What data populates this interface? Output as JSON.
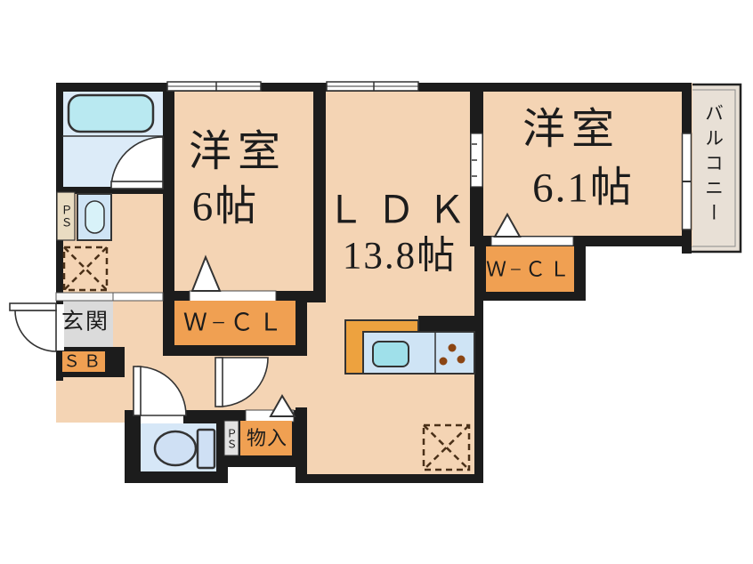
{
  "plan": {
    "title": "apartment-floor-plan",
    "rooms": {
      "bedroom_left": {
        "name": "洋室",
        "size": "6帖"
      },
      "ldk": {
        "name": "ＬＤＫ",
        "size": "13.8帖"
      },
      "bedroom_right": {
        "name": "洋室",
        "size": "6.1帖"
      },
      "balcony": {
        "name": "バルコニー"
      },
      "entrance": {
        "name": "玄関"
      },
      "closet_left": {
        "name": "Ｗ−ＣＬ"
      },
      "closet_right": {
        "name": "Ｗ−ＣＬ"
      },
      "storage": {
        "name": "物入"
      },
      "shoe_box": {
        "name": "ＳＢ"
      },
      "pipe_space_left": {
        "name": "ＰＳ"
      },
      "pipe_space_bottom": {
        "name": "ＰＳ"
      }
    },
    "colors": {
      "wall": "#1c1c1c",
      "room_floor": "#f4d4b4",
      "closet_orange": "#f0a052",
      "bathroom_floor": "#dcebf8",
      "bathtub": "#b9e9f1",
      "toilet_floor": "#d6e7f7",
      "counter_blue": "#cfe4f5",
      "sink_teal": "#9fe0ea",
      "entrance_gray": "#dbdbdb",
      "balcony_beige": "#e8e0d6",
      "ps_beige": "#e9dcc2",
      "ps_gray": "#e2e2e2",
      "burner_brown": "#8b4513",
      "dash_brown": "#4a3018"
    }
  }
}
